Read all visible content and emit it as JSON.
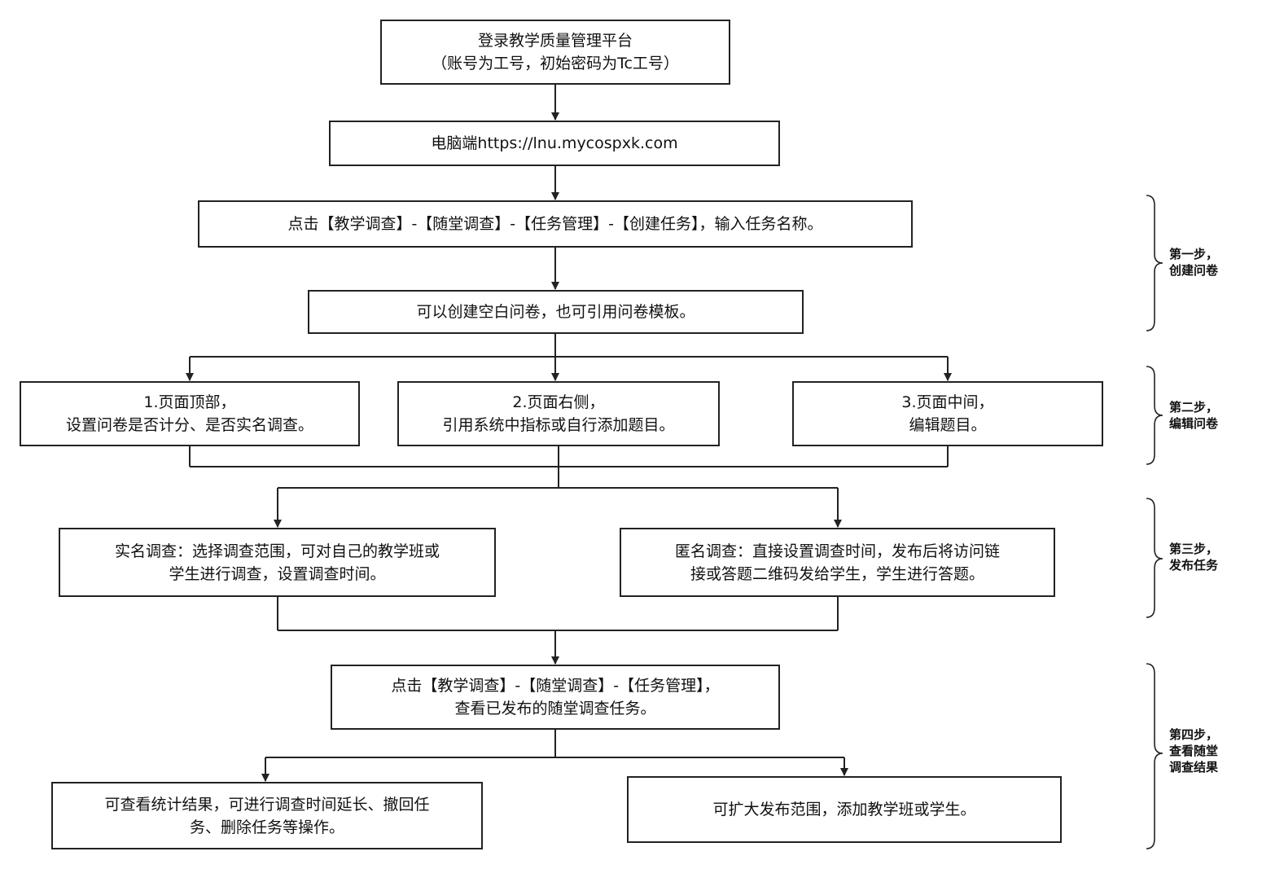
{
  "nodes": {
    "login": {
      "lines": [
        "登录教学质量管理平台",
        "（账号为工号，初始密码为Tc工号）"
      ]
    },
    "url": {
      "lines": [
        "电脑端https://lnu.mycospxk.com"
      ]
    },
    "create": {
      "lines": [
        "点击【教学调查】-【随堂调查】-【任务管理】-【创建任务】，输入任务名称。"
      ]
    },
    "template": {
      "lines": [
        "可以创建空白问卷，也可引用问卷模板。"
      ]
    },
    "top": {
      "lines": [
        "1.页面顶部，",
        "设置问卷是否计分、是否实名调查。"
      ]
    },
    "right": {
      "lines": [
        "2.页面右侧，",
        "引用系统中指标或自行添加题目。"
      ]
    },
    "middle": {
      "lines": [
        "3.页面中间，",
        "编辑题目。"
      ]
    },
    "realname": {
      "lines": [
        "实名调查：选择调查范围，可对自己的教学班或",
        "学生进行调查，设置调查时间。"
      ]
    },
    "anonymous": {
      "lines": [
        "匿名调查：直接设置调查时间，发布后将访问链",
        "接或答题二维码发给学生，学生进行答题。"
      ]
    },
    "view": {
      "lines": [
        "点击【教学调查】-【随堂调查】-【任务管理】，",
        "查看已发布的随堂调查任务。"
      ]
    },
    "stats": {
      "lines": [
        "可查看统计结果，可进行调查时间延长、撤回任",
        "务、删除任务等操作。"
      ]
    },
    "expand": {
      "lines": [
        "可扩大发布范围，添加教学班或学生。"
      ]
    }
  },
  "steps": {
    "step1": {
      "lines": [
        "第一步，",
        "创建问卷"
      ]
    },
    "step2": {
      "lines": [
        "第二步，",
        "编辑问卷"
      ]
    },
    "step3": {
      "lines": [
        "第三步，",
        "发布任务"
      ]
    },
    "step4": {
      "lines": [
        "第四步，",
        "查看随堂",
        "调查结果"
      ]
    }
  }
}
